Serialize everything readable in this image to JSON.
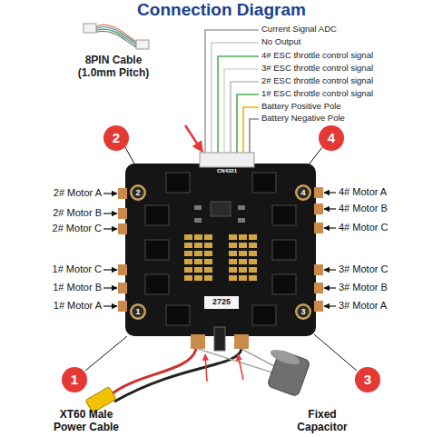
{
  "diagram": {
    "title": "Connection Diagram",
    "labels": [
      "8PIN Cable (1.0mm Pitch)",
      "Current Signal ADC",
      "No Output",
      "4# ESC throttle control signal",
      "3# ESC throttle control signal",
      "2# ESC throttle control signal",
      "1# ESC throttle control signal",
      "Battery Positive Pole",
      "Battery Negative Pole",
      "CN4321",
      "2# Motor A",
      "2# Motor B",
      "2# Motor C",
      "1# Motor C",
      "1# Motor B",
      "1# Motor A",
      "4# Motor A",
      "4# Motor B",
      "4# Motor C",
      "3# Motor C",
      "3# Motor B",
      "3# Motor A",
      "2",
      "4",
      "1",
      "3",
      "2",
      "4",
      "1",
      "3",
      "2725",
      "XT60 Male Power Cable",
      "Fixed Capacitor"
    ]
  }
}
